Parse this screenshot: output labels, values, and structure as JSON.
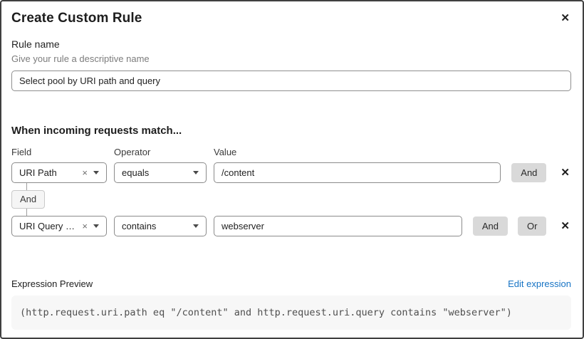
{
  "dialog": {
    "title": "Create Custom Rule"
  },
  "icons": {
    "close": "✕",
    "clear": "×",
    "remove": "✕"
  },
  "rule_name": {
    "label": "Rule name",
    "hint": "Give your rule a descriptive name",
    "value": "Select pool by URI path and query"
  },
  "matcher": {
    "heading": "When incoming requests match...",
    "columns": {
      "field": "Field",
      "operator": "Operator",
      "value": "Value"
    },
    "join_label": "And",
    "rows": [
      {
        "field": "URI Path",
        "operator": "equals",
        "value": "/content",
        "and_label": "And"
      },
      {
        "field": "URI Query St...",
        "operator": "contains",
        "value": "webserver",
        "and_label": "And",
        "or_label": "Or"
      }
    ]
  },
  "expression": {
    "label": "Expression Preview",
    "edit_link": "Edit expression",
    "code": "(http.request.uri.path eq \"/content\" and http.request.uri.query contains \"webserver\")"
  },
  "colors": {
    "accent_link": "#1673c4",
    "button_gray": "#d9d9d9",
    "badge_bg": "#f5f5f5",
    "code_bg": "#f7f7f7",
    "border_dark": "#3f3f3f",
    "input_border": "#8b8b8b"
  }
}
